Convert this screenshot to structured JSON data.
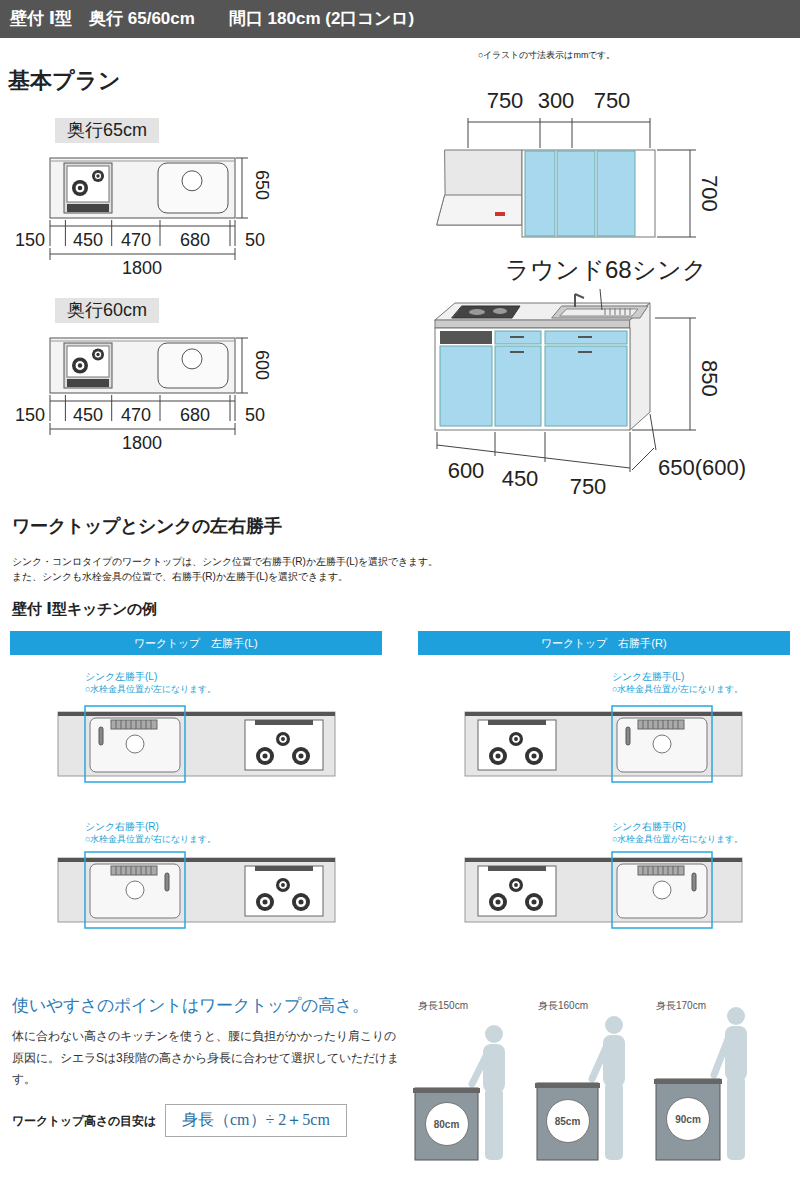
{
  "diagram": {
    "title": "壁付 Ⅰ型　奥行 65/60cm　　間口 180cm (2口コンロ)",
    "nodes": [
      {
        "text": [
          "奥行65cm"
        ]
      },
      {
        "text": [
          "奥行60cm"
        ]
      },
      {
        "text": [
          "ワークトップ　左勝手(L)"
        ]
      },
      {
        "text": [
          "ワークトップ　右勝手(R)"
        ]
      },
      {
        "text": [
          "身長（cm）÷ 2＋5cm"
        ]
      },
      {
        "text": [
          "80cm"
        ]
      },
      {
        "text": [
          "85cm"
        ]
      },
      {
        "text": [
          "90cm"
        ]
      }
    ],
    "labels": [
      "基本プラン",
      "○イラストの寸法表示はmmです。",
      "650",
      "150",
      "450",
      "470",
      "680",
      "50",
      "1800",
      "600",
      "150",
      "450",
      "470",
      "680",
      "50",
      "1800",
      "750",
      "300",
      "750",
      "700",
      "ラウンド68シンク",
      "850",
      "600",
      "450",
      "750",
      "650(600)",
      "ワークトップとシンクの左右勝手",
      "シンク・コンロタイプのワークトップは、シンク位置で右勝手(R)か左勝手(L)を選択できます。",
      "また、シンクも水栓金具の位置で、右勝手(R)か左勝手(L)を選択できます。",
      "壁付 Ⅰ型キッチンの例",
      "シンク左勝手(L)",
      "○水栓金具位置が左になります。",
      "シンク左勝手(L)",
      "○水栓金具位置が左になります。",
      "シンク右勝手(R)",
      "○水栓金具位置が右になります。",
      "シンク右勝手(R)",
      "○水栓金具位置が右になります。",
      "使いやすさのポイントはワークトップの高さ。",
      "体に合わない高さのキッチンを使うと、腰に負担がかかったり肩こりの原因に。シエラSは3段階の高さから身長に合わせて選択していただけます。",
      "ワークトップ高さの目安は",
      "身長150cm",
      "身長160cm",
      "身長170cm"
    ]
  }
}
